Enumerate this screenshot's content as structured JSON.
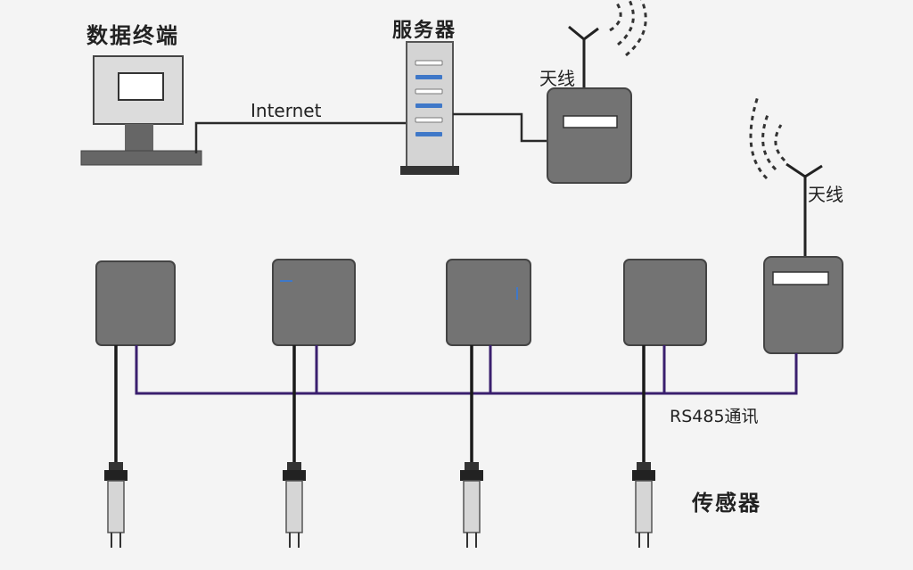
{
  "labels": {
    "terminal": "数据终端",
    "server": "服务器",
    "internet": "Internet",
    "antenna_gateway": "天线",
    "antenna_node": "天线",
    "bus": "RS485通讯",
    "sensors": "传感器"
  },
  "colors": {
    "device": "#737373",
    "line": "#2a2a2a",
    "bus": "#3a1f6e",
    "led": "#3f78c8",
    "background": "#f4f4f4"
  },
  "sensor_node_count": 4
}
